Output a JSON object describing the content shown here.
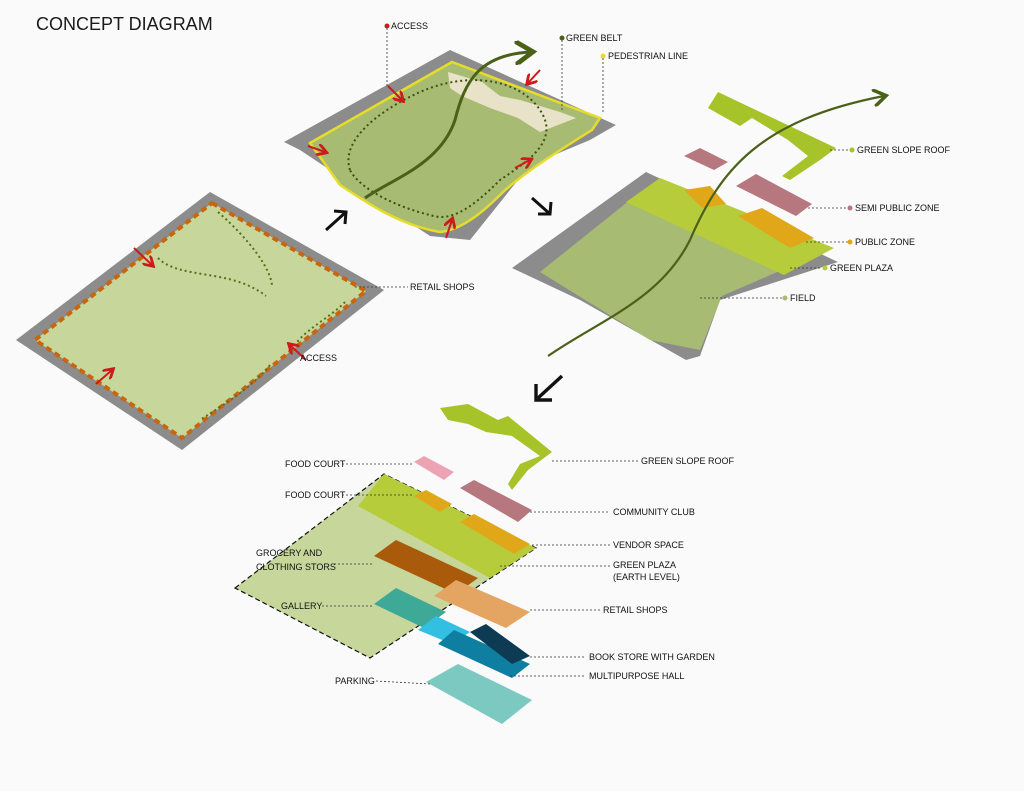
{
  "title": "CONCEPT DIAGRAM",
  "colors": {
    "background": "#fafafa",
    "road": "#8c8c8c",
    "site_light": "#c7d79b",
    "site_mid": "#a8bb72",
    "lime": "#a7c32a",
    "purple": "#b6777f",
    "pink": "#eea3b5",
    "gold": "#e0a719",
    "brown": "#a95a0b",
    "orange": "#e3a561",
    "teal": "#3fa998",
    "cyan": "#33bfe2",
    "blue": "#0e7fa1",
    "navy": "#0c3b53",
    "parking": "#7cc9c2",
    "dark_green": "#4c6118",
    "red_arrow": "#cc1b1b",
    "dashed_orange": "#c8660f",
    "yellow_line": "#e6dd2b"
  },
  "stage1": {
    "retail_shops": "RETAIL SHOPS",
    "access": "ACCESS"
  },
  "stage2": {
    "access": "ACCESS",
    "green_belt": "GREEN BELT",
    "pedestrian_line": "PEDESTRIAN LINE"
  },
  "stage3": {
    "green_slope_roof": "GREEN  SLOPE ROOF",
    "semi_public_zone": "SEMI PUBLIC ZONE",
    "public_zone": "PUBLIC ZONE",
    "green_plaza": "GREEN PLAZA",
    "field": "FIELD"
  },
  "stage4": {
    "food_court_1": "FOOD COURT",
    "food_court_2": "FOOD COURT",
    "grocery_line1": "GROCERY AND",
    "grocery_line2": "CLOTHING STORS",
    "gallery": "GALLERY",
    "parking": "PARKING",
    "green_slope_roof": "GREEN  SLOPE ROOF",
    "community_club": "COMMUNITY CLUB",
    "vendor_space": "VENDOR SPACE",
    "green_plaza_line1": "GREEN PLAZA",
    "green_plaza_line2": "(EARTH LEVEL)",
    "retail_shops": "RETAIL SHOPS",
    "book_store": "BOOK STORE WITH GARDEN",
    "multipurpose_hall": "MULTIPURPOSE HALL"
  }
}
